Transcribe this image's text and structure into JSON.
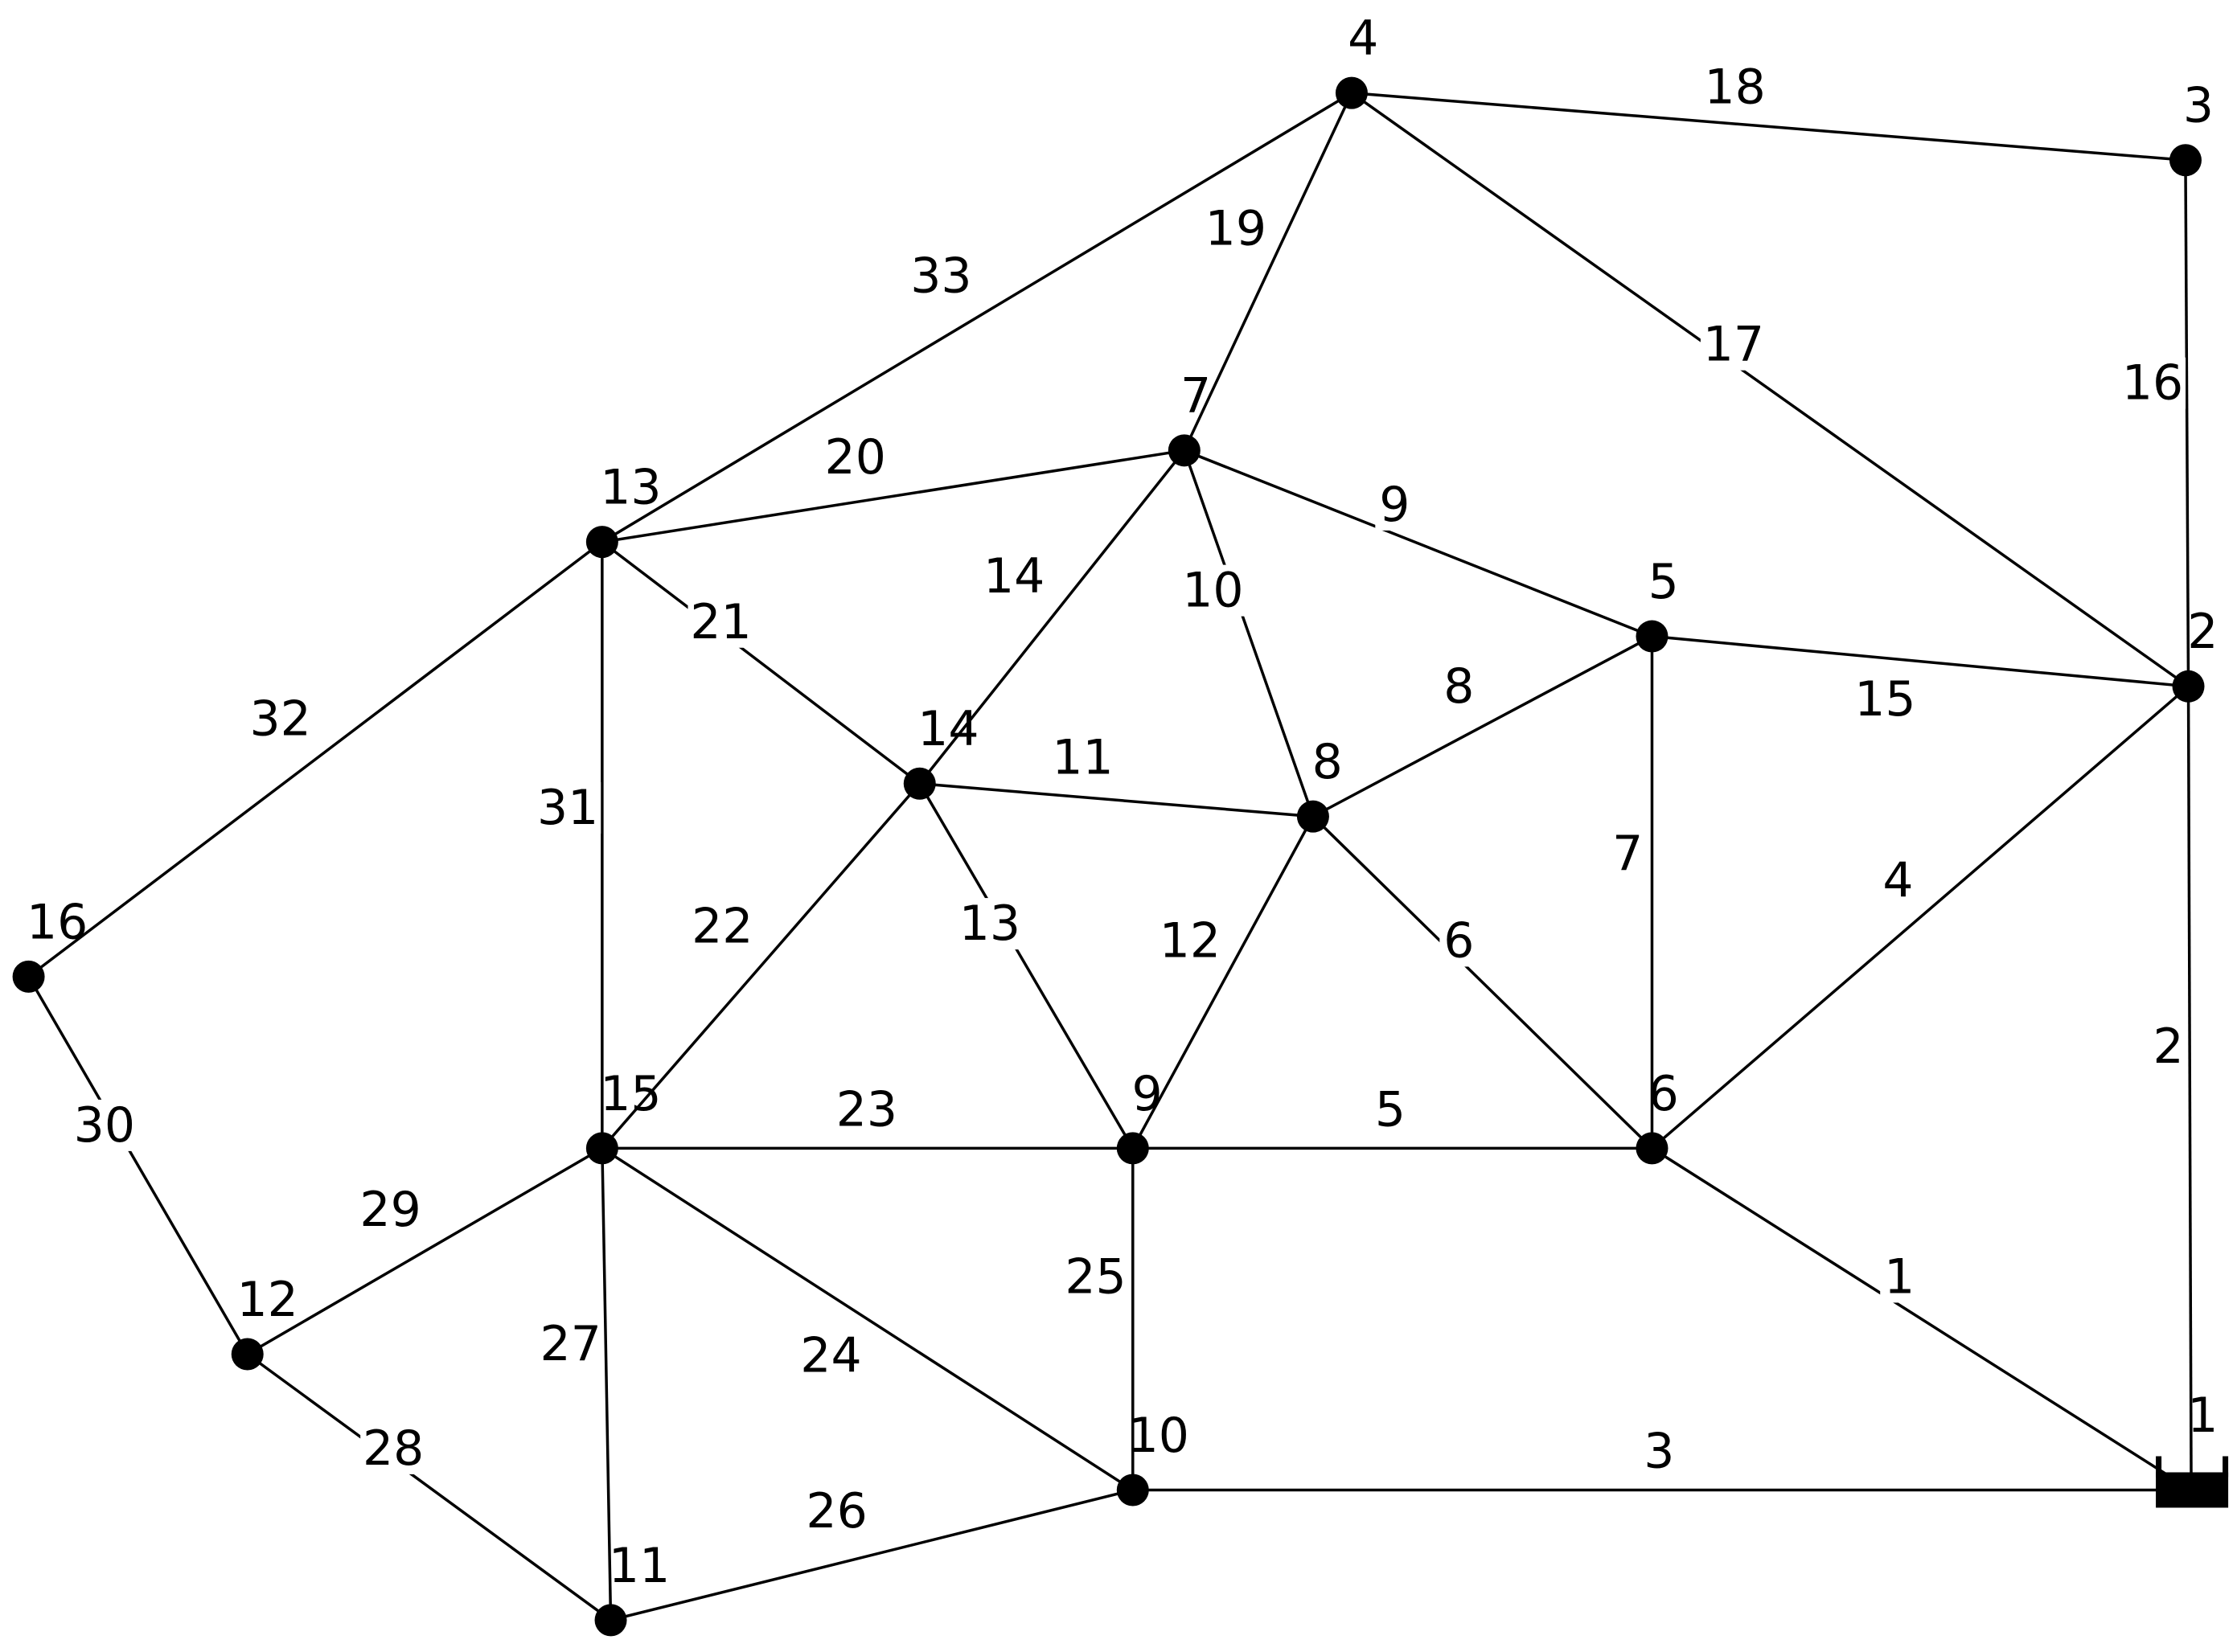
{
  "colors": {
    "background": "#ffffff",
    "ink": "#000000"
  },
  "nodes": [
    {
      "id": "1",
      "label": "1",
      "kind": "reservoir"
    },
    {
      "id": "2",
      "label": "2"
    },
    {
      "id": "3",
      "label": "3"
    },
    {
      "id": "4",
      "label": "4"
    },
    {
      "id": "5",
      "label": "5"
    },
    {
      "id": "6",
      "label": "6"
    },
    {
      "id": "7",
      "label": "7"
    },
    {
      "id": "8",
      "label": "8"
    },
    {
      "id": "9",
      "label": "9"
    },
    {
      "id": "10",
      "label": "10"
    },
    {
      "id": "11",
      "label": "11"
    },
    {
      "id": "12",
      "label": "12"
    },
    {
      "id": "13",
      "label": "13"
    },
    {
      "id": "14",
      "label": "14"
    },
    {
      "id": "15",
      "label": "15"
    },
    {
      "id": "16",
      "label": "16"
    }
  ],
  "edges": [
    {
      "label": "1",
      "from": "6",
      "to": "1"
    },
    {
      "label": "2",
      "from": "2",
      "to": "1"
    },
    {
      "label": "3",
      "from": "10",
      "to": "1"
    },
    {
      "label": "4",
      "from": "6",
      "to": "2"
    },
    {
      "label": "5",
      "from": "9",
      "to": "6"
    },
    {
      "label": "6",
      "from": "8",
      "to": "6"
    },
    {
      "label": "7",
      "from": "5",
      "to": "6"
    },
    {
      "label": "8",
      "from": "8",
      "to": "5"
    },
    {
      "label": "9",
      "from": "7",
      "to": "5"
    },
    {
      "label": "10",
      "from": "7",
      "to": "8"
    },
    {
      "label": "11",
      "from": "14",
      "to": "8"
    },
    {
      "label": "12",
      "from": "9",
      "to": "8"
    },
    {
      "label": "13",
      "from": "14",
      "to": "9"
    },
    {
      "label": "14",
      "from": "14",
      "to": "7"
    },
    {
      "label": "15",
      "from": "5",
      "to": "2"
    },
    {
      "label": "16",
      "from": "3",
      "to": "2"
    },
    {
      "label": "17",
      "from": "4",
      "to": "2"
    },
    {
      "label": "18",
      "from": "4",
      "to": "3"
    },
    {
      "label": "19",
      "from": "7",
      "to": "4"
    },
    {
      "label": "20",
      "from": "13",
      "to": "7"
    },
    {
      "label": "21",
      "from": "13",
      "to": "14"
    },
    {
      "label": "22",
      "from": "15",
      "to": "14"
    },
    {
      "label": "23",
      "from": "15",
      "to": "9"
    },
    {
      "label": "24",
      "from": "15",
      "to": "10"
    },
    {
      "label": "25",
      "from": "9",
      "to": "10"
    },
    {
      "label": "26",
      "from": "11",
      "to": "10"
    },
    {
      "label": "27",
      "from": "15",
      "to": "11"
    },
    {
      "label": "28",
      "from": "12",
      "to": "11"
    },
    {
      "label": "29",
      "from": "12",
      "to": "15"
    },
    {
      "label": "30",
      "from": "16",
      "to": "12"
    },
    {
      "label": "31",
      "from": "13",
      "to": "15"
    },
    {
      "label": "32",
      "from": "16",
      "to": "13"
    },
    {
      "label": "33",
      "from": "13",
      "to": "4"
    }
  ]
}
